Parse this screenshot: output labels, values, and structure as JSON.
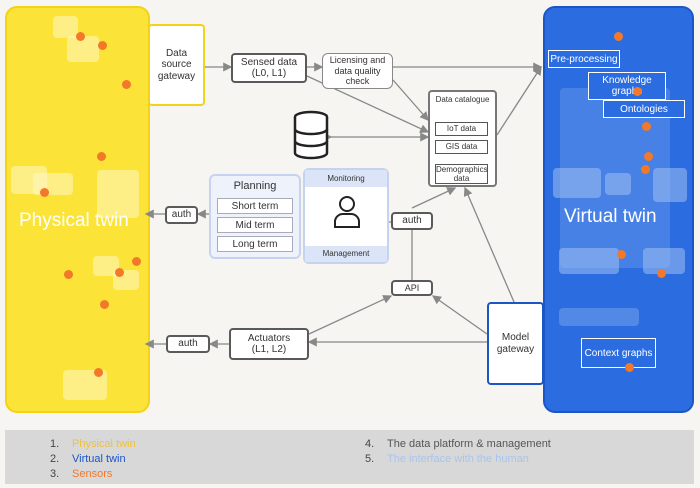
{
  "physical_twin": {
    "label": "Physical twin"
  },
  "virtual_twin": {
    "label": "Virtual twin",
    "preprocessing": "Pre-processing",
    "knowledge_graphs": "Knowledge graphs",
    "ontologies": "Ontologies",
    "context_graphs": "Context graphs"
  },
  "data_source_gateway": "Data source gateway",
  "sensed_data": {
    "label": "Sensed data",
    "sub": "(L0, L1)"
  },
  "licensing": "Licensing and data quality check",
  "data_catalogue": {
    "title": "Data catalogue",
    "items": [
      "IoT data",
      "GIS data",
      "Demographics data"
    ]
  },
  "planning": {
    "title": "Planning",
    "items": [
      "Short term",
      "Mid term",
      "Long term"
    ]
  },
  "monitoring": "Monitoring",
  "management": "Management",
  "auth_left": "auth",
  "auth_mid": "auth",
  "auth_bottom": "auth",
  "api": "API",
  "actuators": {
    "label": "Actuators",
    "sub": "(L1, L2)"
  },
  "model_gateway": "Model gateway",
  "legend": {
    "items": [
      {
        "num": "1.",
        "label": "Physical twin",
        "color": "#f1c232"
      },
      {
        "num": "2.",
        "label": "Virtual twin",
        "color": "#1c56c4"
      },
      {
        "num": "3.",
        "label": "Sensors",
        "color": "#f2792a"
      },
      {
        "num": "4.",
        "label": "The data platform & management",
        "color": "#555555"
      },
      {
        "num": "5.",
        "label": "The interface with the human",
        "color": "#a9c4ee"
      }
    ]
  },
  "colors": {
    "yellow": "#fbe338",
    "blue": "#2b6de0",
    "sensor": "#f2792a"
  }
}
